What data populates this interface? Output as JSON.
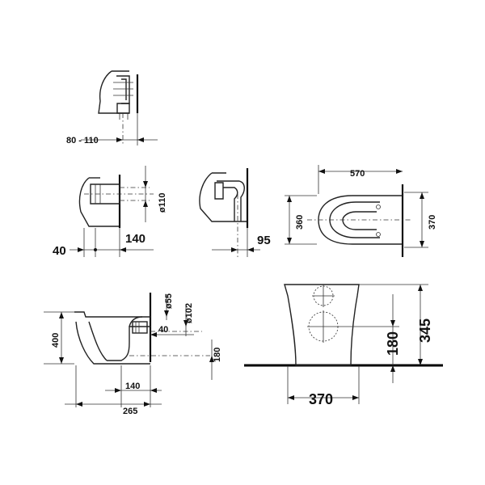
{
  "dimensions": {
    "offset_range": "80 - 110",
    "pipe_diameter": "ø110",
    "side_offset": "40",
    "outlet_distance_1": "140",
    "wall_offset": "95",
    "plan_length": "570",
    "plan_width_left": "360",
    "plan_width_right": "370",
    "inlet_diameter_small": "ø55",
    "inlet_diameter_large": "ø102",
    "inlet_offset": "40",
    "bowl_height": "400",
    "outlet_height": "180",
    "outlet_distance_2": "140",
    "total_depth": "265",
    "front_height_total": "345",
    "front_height_outlet": "180",
    "front_width": "370"
  }
}
